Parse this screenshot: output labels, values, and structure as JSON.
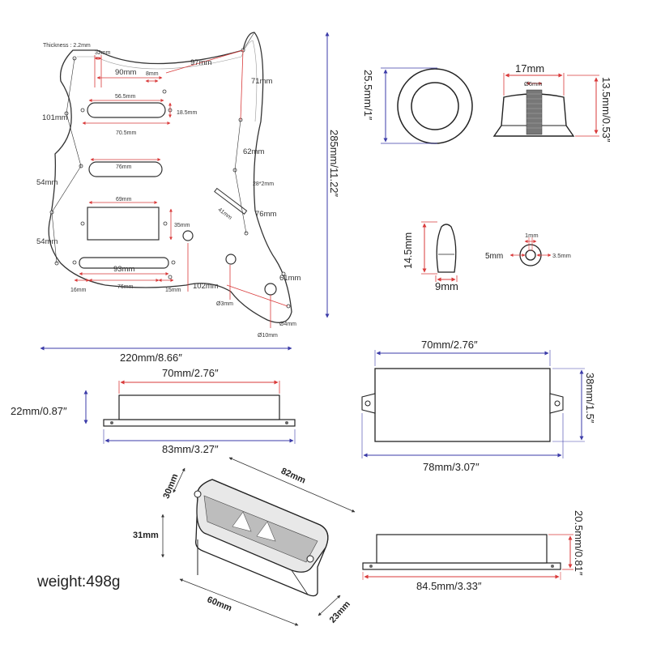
{
  "pickguard": {
    "thickness": "Thickness : 2.2mm",
    "d_32mm": "32mm",
    "d_8mm": "8mm",
    "d_90mm": "90mm",
    "d_97mm": "97mm",
    "d_71mm": "71mm",
    "d_101mm": "101mm",
    "d_56_5mm": "56.5mm",
    "d_18_5mm": "18.5mm",
    "d_70_5mm": "70.5mm",
    "d_62mm": "62mm",
    "d_76mm_mid": "76mm",
    "d_28x2mm": "28*2mm",
    "d_41mm": "41mm",
    "d_76mm_right": "76mm",
    "d_54mm_top": "54mm",
    "d_69mm": "69mm",
    "d_35mm": "35mm",
    "d_54mm_bottom": "54mm",
    "d_93mm": "93mm",
    "d_16mm": "16mm",
    "d_76mm_bottom": "76mm",
    "d_15mm": "15mm",
    "d_102mm": "102mm",
    "d_61mm": "61mm",
    "d_3mm": "Ø3mm",
    "d_4mm": "Ø4mm",
    "d_10mm": "Ø10mm",
    "width": "220mm/8.66″",
    "height": "285mm/11.22″"
  },
  "ring": {
    "diameter": "25.5mm/1″"
  },
  "knob": {
    "width": "17mm",
    "shaft": "Ø6mm",
    "height": "13.5mm/0.53″"
  },
  "switch_tip": {
    "height": "14.5mm",
    "width": "9mm"
  },
  "switch_tip_top": {
    "hole": "1mm",
    "outer": "5mm",
    "side": "3.5mm"
  },
  "single_coil_side": {
    "top": "70mm/2.76″",
    "height": "22mm/0.87″",
    "bottom": "83mm/3.27″"
  },
  "humbucker_top": {
    "top": "70mm/2.76″",
    "height": "38mm/1.5″",
    "bottom": "78mm/3.07″"
  },
  "battery_box": {
    "d_30mm": "30mm",
    "d_82mm": "82mm",
    "d_31mm": "31mm",
    "d_60mm": "60mm",
    "d_23mm": "23mm"
  },
  "humbucker_side": {
    "height": "20.5mm/0.81″",
    "bottom": "84.5mm/3.33″"
  },
  "weight": "weight:498g",
  "colors": {
    "red": "#d93a3a",
    "blue": "#3b3ba8",
    "line": "#222222"
  }
}
